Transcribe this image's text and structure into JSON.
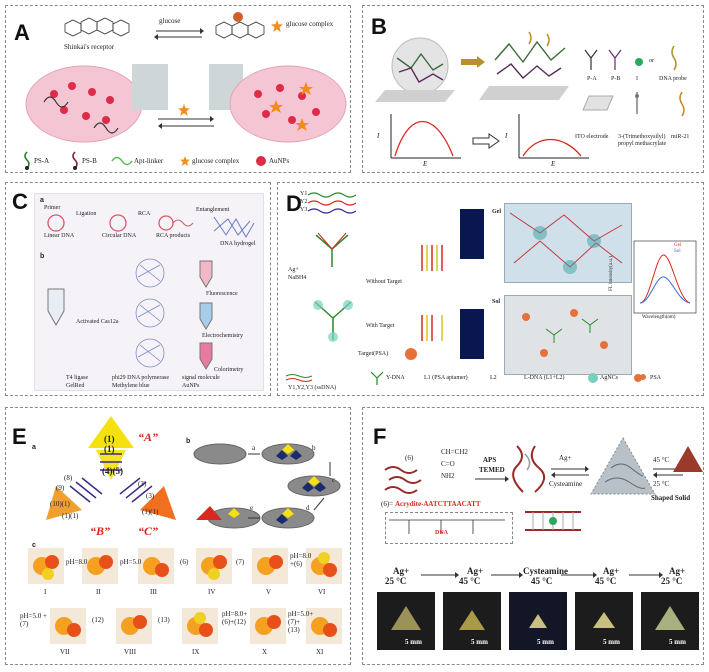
{
  "panels": {
    "A": {
      "label": "A",
      "receptor": "Shinkai's receptor",
      "arrow_label": "glucose",
      "complex": "glucose complex",
      "legend": [
        "PS-A",
        "PS-B",
        "Apt-linker",
        "glucose complex",
        "AuNPs"
      ],
      "colors": {
        "droplet": "#f4c6d4",
        "aunp": "#e02a4a",
        "star": "#f28c1b"
      }
    },
    "B": {
      "label": "B",
      "legend": [
        "P-A",
        "P-B",
        "I",
        "DNA probe",
        "ITO electrode",
        "3-(Trimethoxysilyl) propyl methacrylate",
        "miR-21"
      ],
      "axis_i": "I",
      "axis_e": "E",
      "legend_i_sub": "or"
    },
    "C": {
      "label": "C",
      "sub_a": "a",
      "sub_b": "b",
      "top_labels": [
        "Primer",
        "Ligation",
        "Circular DNA",
        "RCA",
        "RCA products",
        "Entanglement",
        "Linear DNA",
        "DNA hydrogel"
      ],
      "side_labels": [
        "Fluorescence",
        "Electrochemistry",
        "Colorimetry"
      ],
      "enzyme_label": "Activated Cas12a",
      "legend": [
        "T4 ligase",
        "phi29 DNA polymerase",
        "signal molecule",
        "GelRed",
        "Methylene blue",
        "AuNPs"
      ]
    },
    "D": {
      "label": "D",
      "labels": [
        "Y1",
        "Y2",
        "Y3",
        "Ag+",
        "NaBH4",
        "Without Target",
        "With Target",
        "Target(PSA)",
        "Gel",
        "Sol"
      ],
      "plot_y": "FL intensity(a.u.)",
      "plot_x": "Wavelength(nm)",
      "plot_series": [
        "Gel",
        "Sol"
      ],
      "legend": [
        "Y1,Y2,Y3 (ssDNA)",
        "Y-DNA",
        "L1 (PSA aptamer)",
        "L2",
        "L-DNA (L1+L2)",
        "AgNCs",
        "PSA"
      ]
    },
    "E": {
      "label": "E",
      "sub_a": "a",
      "sub_b": "b",
      "sub_c": "c",
      "triangle_labels": [
        "“A”",
        "“B”",
        "“C”"
      ],
      "triangle_numbers": [
        "(1)",
        "(1)",
        "(4)(5)",
        "(8)",
        "(9)",
        "(10)(1)",
        "(1)(1)",
        "(3)",
        "(3)",
        "(1)(1)"
      ],
      "step_letters": [
        "a",
        "b",
        "c",
        "d",
        "e"
      ],
      "row1_roman": [
        "I",
        "II",
        "III",
        "IV",
        "V",
        "VI"
      ],
      "row1_arrows": [
        "pH=8.0",
        "pH=5.0",
        "(6)",
        "(7)",
        "pH=8.0 +(6)"
      ],
      "row2_roman": [
        "VII",
        "VIII",
        "IX",
        "X",
        "XI"
      ],
      "row2_arrows": [
        "pH=5.0 +(7)",
        "(12)",
        "(13)",
        "pH=8.0+ (6)+(12)",
        "pH=5.0+ (7)+(13)"
      ]
    },
    "F": {
      "label": "F",
      "monomer": "(6)",
      "chem": [
        "CH=CH2",
        "C=O",
        "NH2",
        "APS",
        "TEMED"
      ],
      "seq_prefix": "(6)=",
      "seq": "Acrydite-AATCTTAACATT",
      "arrow_labels": [
        "Ag+",
        "Cysteamine",
        "45 °C",
        "25 °C"
      ],
      "shaped": "Shaped Solid",
      "dna_tag": "DNA",
      "steps": [
        {
          "l1": "Ag+",
          "l2": "25 °C"
        },
        {
          "l1": "Ag+",
          "l2": "45 °C"
        },
        {
          "l1": "Cysteamine",
          "l2": "45 °C"
        },
        {
          "l1": "Ag+",
          "l2": "45 °C"
        },
        {
          "l1": "Ag+",
          "l2": "25 °C"
        }
      ],
      "scale": "5 mm"
    }
  }
}
